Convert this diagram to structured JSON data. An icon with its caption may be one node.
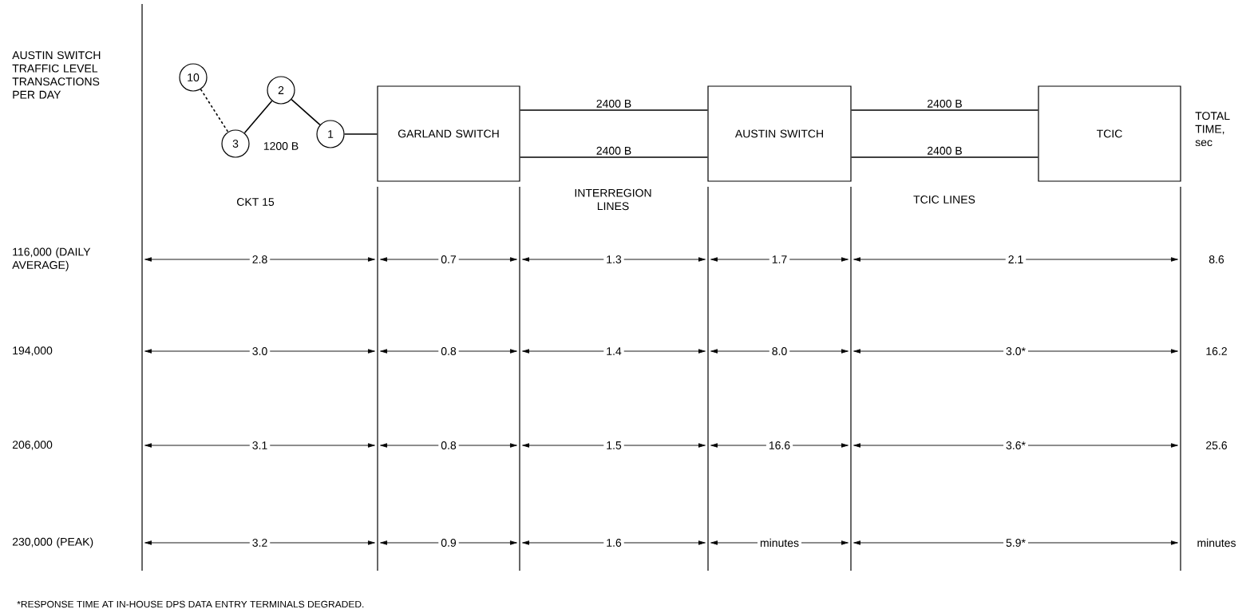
{
  "diagram": {
    "nodes": [
      {
        "text": [
          "10"
        ]
      },
      {
        "text": [
          "3"
        ]
      },
      {
        "text": [
          "2"
        ]
      },
      {
        "text": [
          "1"
        ]
      },
      {
        "text": [
          "GARLAND SWITCH"
        ]
      },
      {
        "text": [
          "AUSTIN SWITCH"
        ]
      },
      {
        "text": [
          "TCIC"
        ]
      }
    ],
    "edges": [
      {
        "from": 0,
        "to": 1,
        "arrow": "none",
        "style": "dashed"
      },
      {
        "from": 1,
        "to": 2,
        "arrow": "none"
      },
      {
        "from": 2,
        "to": 3,
        "arrow": "none"
      },
      {
        "from": 3,
        "to": 4,
        "arrow": "none"
      },
      {
        "from": 4,
        "to": 5,
        "arrow": "none",
        "label": "2400 B"
      },
      {
        "from": 4,
        "to": 5,
        "arrow": "none",
        "label": "2400 B"
      },
      {
        "from": 5,
        "to": 6,
        "arrow": "none",
        "label": "2400 B"
      },
      {
        "from": 5,
        "to": 6,
        "arrow": "none",
        "label": "2400 B"
      }
    ],
    "labels": [
      "AUSTIN SWITCH TRAFFIC LEVEL TRANSACTIONS PER DAY",
      "1200 B",
      "TOTAL TIME, sec",
      "CKT 15",
      "INTERREGION LINES",
      "TCIC LINES",
      "116,000 (DAILY AVERAGE)",
      "2.8",
      "0.7",
      "1.3",
      "1.7",
      "2.1",
      "8.6",
      "194,000",
      "3.0",
      "0.8",
      "1.4",
      "8.0",
      "3.0*",
      "16.2",
      "206,000",
      "3.1",
      "0.8",
      "1.5",
      "16.6",
      "3.6*",
      "25.6",
      "230,000 (PEAK)",
      "3.2",
      "0.9",
      "1.6",
      "minutes",
      "5.9*",
      "minutes",
      "*RESPONSE TIME AT IN-HOUSE DPS DATA ENTRY TERMINALS DEGRADED."
    ]
  }
}
